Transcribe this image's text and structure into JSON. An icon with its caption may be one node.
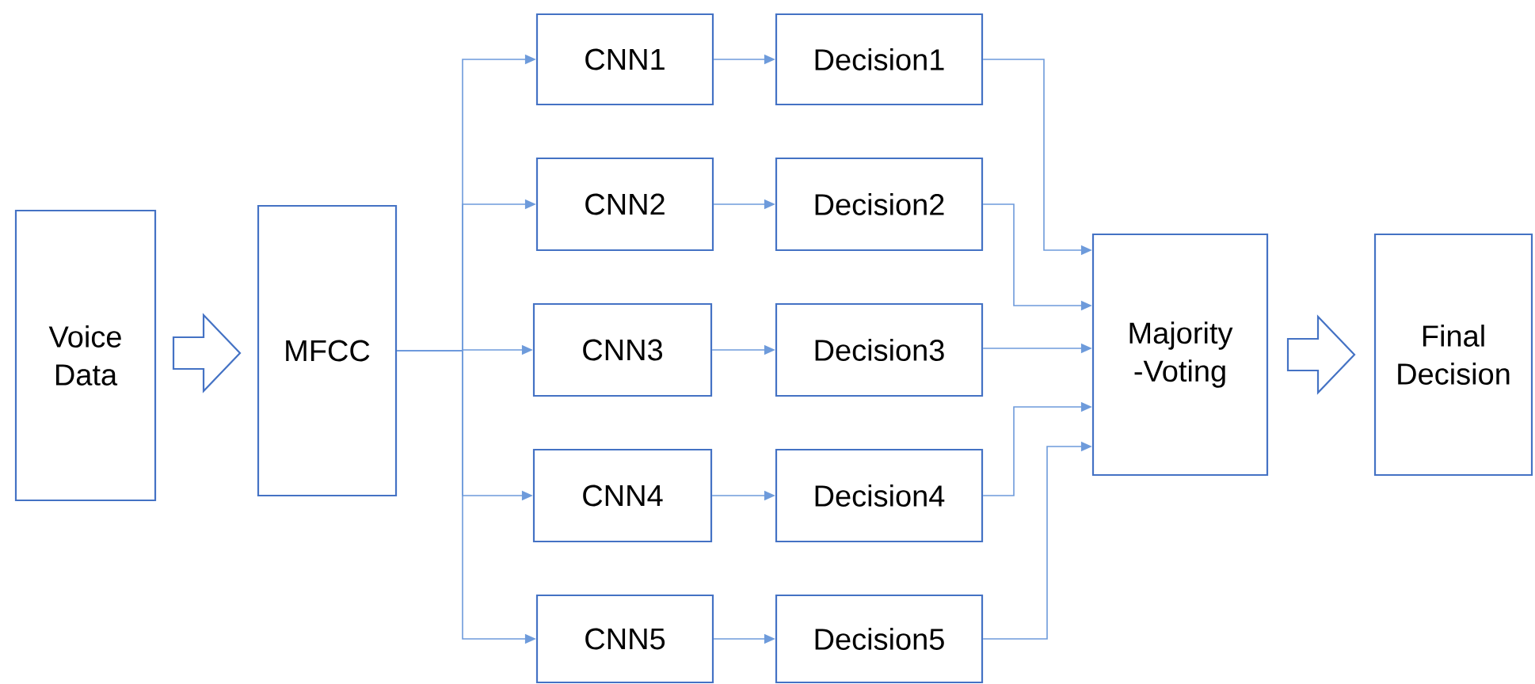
{
  "diagram": {
    "nodes": [
      {
        "text": [
          "Voice Data"
        ]
      },
      {
        "text": [
          "MFCC"
        ]
      },
      {
        "text": [
          "CNN1"
        ]
      },
      {
        "text": [
          "CNN2"
        ]
      },
      {
        "text": [
          "CNN3"
        ]
      },
      {
        "text": [
          "CNN4"
        ]
      },
      {
        "text": [
          "CNN5"
        ]
      },
      {
        "text": [
          "Decision1"
        ]
      },
      {
        "text": [
          "Decision2"
        ]
      },
      {
        "text": [
          "Decision3"
        ]
      },
      {
        "text": [
          "Decision4"
        ]
      },
      {
        "text": [
          "Decision5"
        ]
      },
      {
        "text": [
          "Majority -Voting"
        ]
      },
      {
        "text": [
          "Final Decision"
        ]
      }
    ],
    "edges": [
      {
        "from": 0,
        "to": 1,
        "arrow": "to",
        "style": "thick"
      },
      {
        "from": 1,
        "to": 2,
        "arrow": "to"
      },
      {
        "from": 1,
        "to": 3,
        "arrow": "to"
      },
      {
        "from": 1,
        "to": 4,
        "arrow": "to"
      },
      {
        "from": 1,
        "to": 5,
        "arrow": "to"
      },
      {
        "from": 1,
        "to": 6,
        "arrow": "to"
      },
      {
        "from": 2,
        "to": 7,
        "arrow": "to"
      },
      {
        "from": 3,
        "to": 8,
        "arrow": "to"
      },
      {
        "from": 4,
        "to": 9,
        "arrow": "to"
      },
      {
        "from": 5,
        "to": 10,
        "arrow": "to"
      },
      {
        "from": 6,
        "to": 11,
        "arrow": "to"
      },
      {
        "from": 7,
        "to": 12,
        "arrow": "to"
      },
      {
        "from": 8,
        "to": 12,
        "arrow": "to"
      },
      {
        "from": 9,
        "to": 12,
        "arrow": "to"
      },
      {
        "from": 10,
        "to": 12,
        "arrow": "to"
      },
      {
        "from": 11,
        "to": 12,
        "arrow": "to"
      },
      {
        "from": 12,
        "to": 13,
        "arrow": "to",
        "style": "thick"
      }
    ]
  }
}
